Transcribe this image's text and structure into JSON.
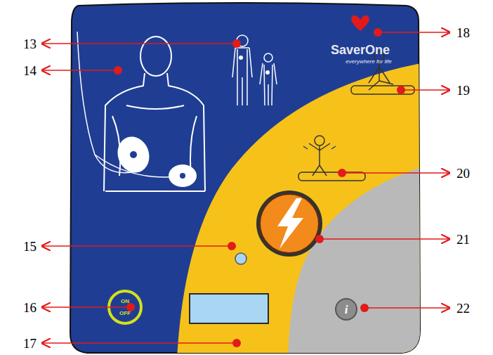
{
  "diagram": {
    "labels": [
      "13",
      "14",
      "15",
      "16",
      "17",
      "18",
      "19",
      "20",
      "21",
      "22",
      "SaverOne",
      "everywhere for life",
      "ON",
      "OFF",
      "i"
    ]
  }
}
